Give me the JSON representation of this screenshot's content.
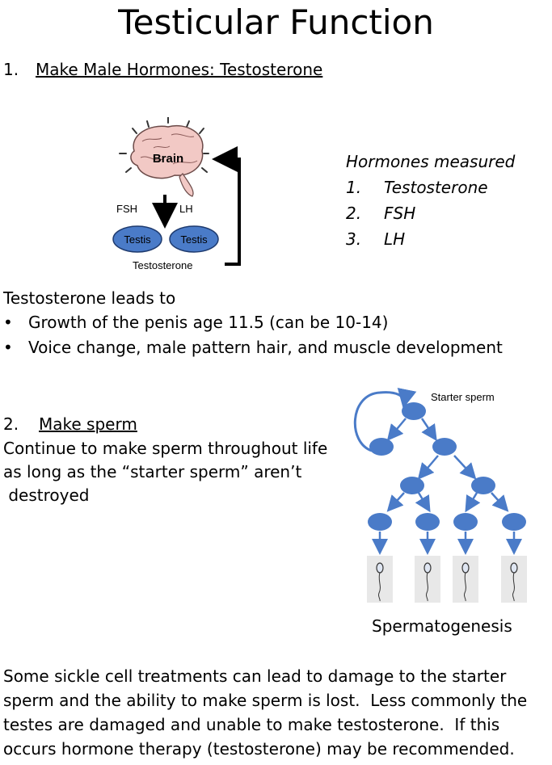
{
  "title": "Testicular Function",
  "section1": {
    "number": "1.",
    "heading": "Make Male Hormones: Testosterone",
    "diagram": {
      "brain_label": "Brain",
      "fsh_label": "FSH",
      "lh_label": "LH",
      "testis_left": "Testis",
      "testis_right": "Testis",
      "testosterone_label": "Testosterone",
      "colors": {
        "brain": "#f2c9c5",
        "testis": "#4a7bc8"
      }
    },
    "hormones": {
      "title": "Hormones measured",
      "items": [
        {
          "num": "1.",
          "name": "Testosterone"
        },
        {
          "num": "2.",
          "name": "FSH"
        },
        {
          "num": "3.",
          "name": "LH"
        }
      ]
    },
    "effects": {
      "lead": "Testosterone leads to",
      "bullet_glyph": "•",
      "items": [
        "Growth of the penis age 11.5 (can be 10-14)",
        "Voice change, male pattern hair, and muscle development"
      ]
    }
  },
  "section2": {
    "number": "2.",
    "heading": "Make sperm",
    "description_lines": [
      "Continue to make sperm throughout life",
      "as long as the “starter sperm” aren’t",
      " destroyed"
    ],
    "diagram": {
      "starter_label": "Starter sperm",
      "caption": "Spermatogenesis",
      "colors": {
        "cell": "#4a7bc8",
        "arrow": "#4a7bc8",
        "sperm_box": "#e8e8e8"
      }
    }
  },
  "closing_lines": [
    "Some sickle cell treatments can lead to damage to the starter",
    "sperm and the ability to make sperm is lost.  Less commonly the",
    "testes are damaged and unable to make testosterone.  If this",
    "occurs hormone therapy (testosterone) may be recommended."
  ]
}
